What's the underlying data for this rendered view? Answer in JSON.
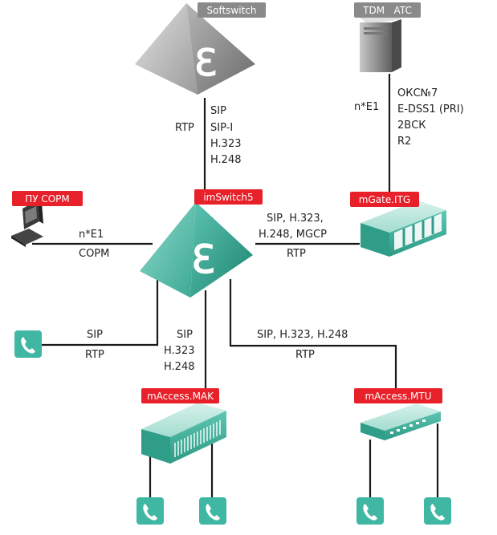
{
  "nodes": {
    "softswitch": "Softswitch",
    "tdm": "TDM   ATC",
    "sorm": "ПУ СОРМ",
    "imswitch": "imSwitch5",
    "mgate": "mGate.ITG",
    "mak": "mAccess.MAK",
    "mtu": "mAccess.MTU"
  },
  "links": {
    "soft_rtp": "RTP",
    "soft_protocols": [
      "SIP",
      "SIP-I",
      "H.323",
      "H.248"
    ],
    "tdm_ne1": "n*E1",
    "tdm_protocols": [
      "ОКС№7",
      "E-DSS1 (PRI)",
      "2ВСК",
      "R2"
    ],
    "sorm_ne1": "n*E1",
    "sorm_corm": "СОРМ",
    "mgate_protocols": [
      "SIP, H.323,",
      "H.248, MGCP"
    ],
    "mgate_rtp": "RTP",
    "phone_sip": "SIP",
    "phone_rtp": "RTP",
    "mak_protocols": [
      "SIP",
      "H.323",
      "H.248"
    ],
    "mtu_protocols": "SIP, H.323, H.248",
    "mtu_rtp": "RTP"
  },
  "colors": {
    "tag_red": "#e8202a",
    "tag_gray": "#8a8a8a",
    "teal": "#3fb7a3",
    "teal_light": "#b6e6dd",
    "teal_dark": "#1f8f7d",
    "gray": "#9a9a9a"
  },
  "icons": [
    "softswitch-icon",
    "imswitch-icon",
    "server-icon",
    "computer-icon",
    "mgate-icon",
    "mak-icon",
    "mtu-icon",
    "phone-icon"
  ]
}
